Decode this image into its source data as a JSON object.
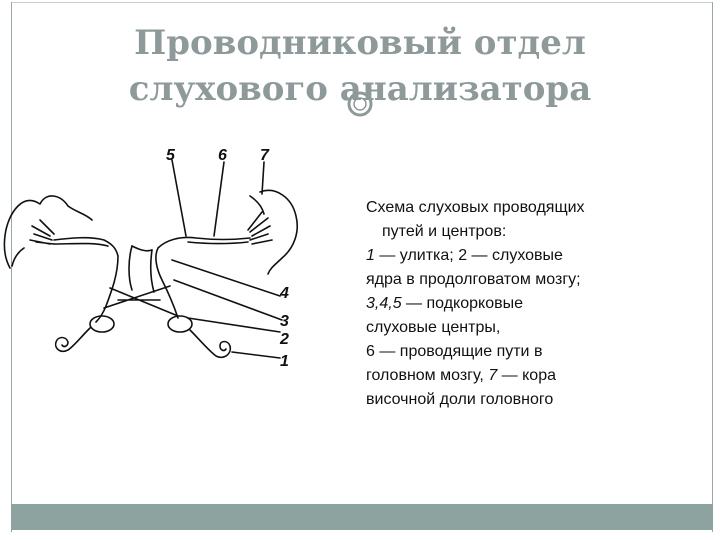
{
  "title": {
    "line1": "Проводниковый отдел",
    "line2": "слухового анализатора"
  },
  "diagram": {
    "labels": [
      "5",
      "6",
      "7",
      "4",
      "3",
      "2",
      "1"
    ]
  },
  "caption": {
    "line1": "Схема слуховых проводящих",
    "line2": "путей и центров:",
    "item1_num": "1",
    "item1_text": " — улитка; 2 — слуховые",
    "line4": "ядра в продолговатом мозгу;",
    "item3_num": "3,4,5",
    "item3_text": " — подкорковые",
    "line6": "слуховые центры,",
    "line7": "6 — проводящие пути в",
    "line8_text": "головном мозгу, ",
    "item7_num": "7",
    "item7_text": " — кора",
    "line9": "височной доли головного"
  },
  "colors": {
    "title": "#8e9a9a",
    "band": "#8da3a0",
    "frame": "#9aa8a8"
  }
}
